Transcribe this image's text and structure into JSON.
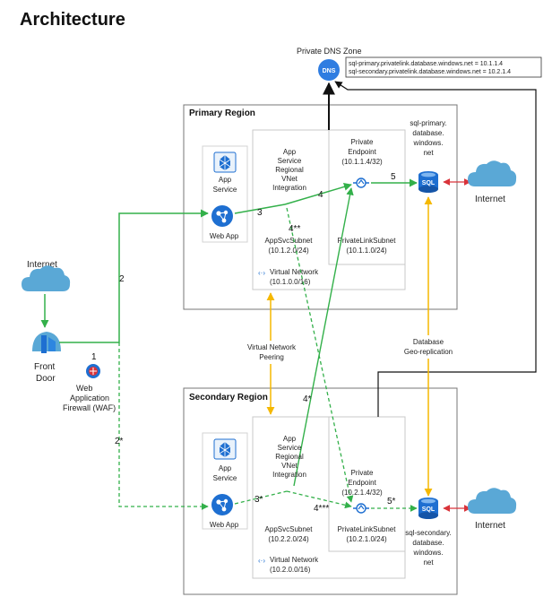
{
  "title": "Architecture",
  "dns": {
    "label": "Private DNS Zone",
    "icon_text": "DNS",
    "records": [
      "sql-primary.privatelink.database.windows.net = 10.1.1.4",
      "sql-secondary.privatelink.database.windows.net = 10.2.1.4"
    ]
  },
  "internet_labels": {
    "left": "Internet",
    "right_top": "Internet",
    "right_bottom": "Internet"
  },
  "front_door": {
    "label1": "Front",
    "label2": "Door"
  },
  "waf": {
    "number": "1",
    "lines": [
      "Web",
      "Application",
      "Firewall (WAF)"
    ]
  },
  "primary": {
    "title": "Primary Region",
    "app_service": [
      "App",
      "Service"
    ],
    "web_app": "Web App",
    "integration": [
      "App",
      "Service",
      "Regional",
      "VNet",
      "Integration"
    ],
    "private_endpoint": [
      "Private",
      "Endpoint",
      "(10.1.1.4/32)"
    ],
    "sql_host": [
      "sql-primary.",
      "database.",
      "windows.",
      "net"
    ],
    "sql_icon": "SQL",
    "appsvc_subnet": [
      "AppSvcSubnet",
      "(10.1.2.0/24)"
    ],
    "privatelink_subnet": [
      "PrivateLinkSubnet",
      "(10.1.1.0/24)"
    ],
    "vnet": [
      "Virtual Network",
      "(10.1.0.0/16)"
    ]
  },
  "secondary": {
    "title": "Secondary Region",
    "app_service": [
      "App",
      "Service"
    ],
    "web_app": "Web App",
    "integration": [
      "App",
      "Service",
      "Regional",
      "VNet",
      "Integration"
    ],
    "private_endpoint": [
      "Private",
      "Endpoint",
      "(10.2.1.4/32)"
    ],
    "sql_host": [
      "sql-secondary.",
      "database.",
      "windows.",
      "net"
    ],
    "sql_icon": "SQL",
    "appsvc_subnet": [
      "AppSvcSubnet",
      "(10.2.2.0/24)"
    ],
    "privatelink_subnet": [
      "PrivateLinkSubnet",
      "(10.2.1.0/24)"
    ],
    "vnet": [
      "Virtual Network",
      "(10.2.0.0/16)"
    ]
  },
  "peering": [
    "Virtual Network",
    "Peering"
  ],
  "georep": [
    "Database",
    "Geo-replication"
  ],
  "flow_numbers": {
    "n2": "2",
    "n2s": "2*",
    "n3": "3",
    "n3s": "3*",
    "n4": "4",
    "n4s": "4*",
    "n4ss": "4**",
    "n4sss": "4***",
    "n5": "5",
    "n5s": "5*"
  },
  "colors": {
    "green": "#33b04a",
    "orange": "#f5b800",
    "red": "#d9333a",
    "azure_blue": "#1e6fd1",
    "cloud": "#5aa8d6",
    "dns_blue": "#2f7de1",
    "region_border": "#777777",
    "subnet_border": "#c9c9c9"
  }
}
